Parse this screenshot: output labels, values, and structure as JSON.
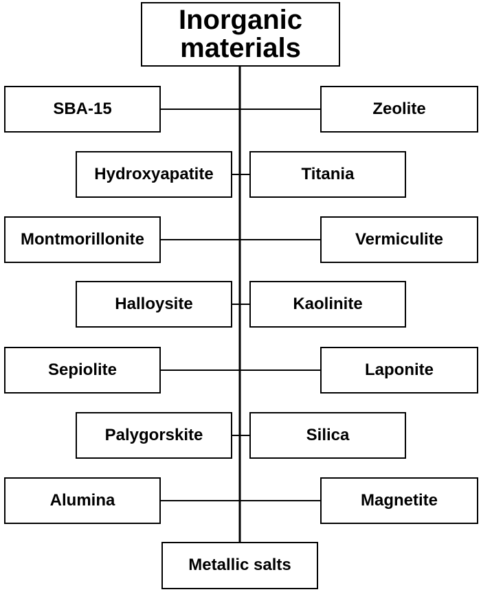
{
  "root": {
    "line1": "Inorganic",
    "line2": "materials"
  },
  "rows": [
    {
      "left": "SBA-15",
      "right": "Zeolite"
    },
    {
      "left": "Hydroxyapatite",
      "right": "Titania"
    },
    {
      "left": "Montmorillonite",
      "right": "Vermiculite"
    },
    {
      "left": "Halloysite",
      "right": "Kaolinite"
    },
    {
      "left": "Sepiolite",
      "right": "Laponite"
    },
    {
      "left": "Palygorskite",
      "right": "Silica"
    },
    {
      "left": "Alumina",
      "right": "Magnetite"
    }
  ],
  "bottom": "Metallic salts"
}
